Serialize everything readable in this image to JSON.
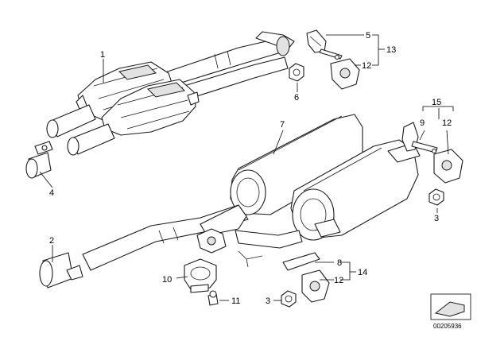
{
  "callouts": [
    {
      "id": "c1",
      "text": "1"
    },
    {
      "id": "c2",
      "text": "2"
    },
    {
      "id": "c3",
      "text": "3"
    },
    {
      "id": "c3b",
      "text": "3"
    },
    {
      "id": "c4",
      "text": "4"
    },
    {
      "id": "c5",
      "text": "5"
    },
    {
      "id": "c6",
      "text": "6"
    },
    {
      "id": "c7",
      "text": "7"
    },
    {
      "id": "c8",
      "text": "8"
    },
    {
      "id": "c9",
      "text": "9"
    },
    {
      "id": "c10",
      "text": "10"
    },
    {
      "id": "c11",
      "text": "11"
    },
    {
      "id": "c12a",
      "text": "12"
    },
    {
      "id": "c12b",
      "text": "12"
    },
    {
      "id": "c12c",
      "text": "12"
    },
    {
      "id": "c13",
      "text": "13"
    },
    {
      "id": "c14",
      "text": "14"
    },
    {
      "id": "c15",
      "text": "15"
    }
  ],
  "diagram_id": "00205936"
}
